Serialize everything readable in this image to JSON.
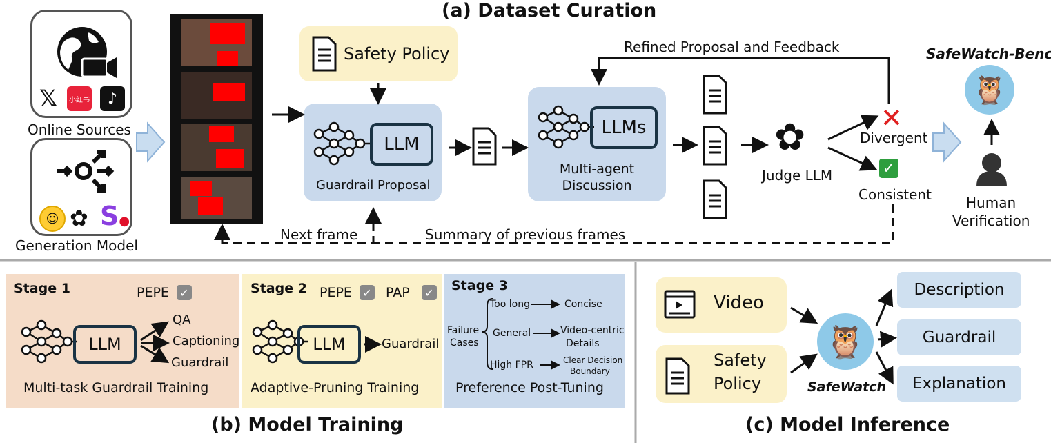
{
  "panel_a": {
    "title": "(a) Dataset Curation",
    "online_sources": "Online Sources",
    "generation_model": "Generation Model",
    "source_icons": [
      "globe-video-icon",
      "x-logo-icon",
      "xiaohongshu-logo-icon",
      "tiktok-logo-icon"
    ],
    "xiaohongshu_text": "小红书",
    "gen_icons": [
      "huggingface-icon",
      "openai-icon",
      "s-logo-icon"
    ],
    "safety_policy": "Safety Policy",
    "llm": "LLM",
    "guardrail_proposal": "Guardrail Proposal",
    "llms": "LLMs",
    "multi_agent_line1": "Multi-agent",
    "multi_agent_line2": "Discussion",
    "refined": "Refined Proposal and Feedback",
    "judge": "Judge LLM",
    "divergent": "Divergent",
    "consistent": "Consistent",
    "bench": "SafeWatch-Bench",
    "human_line1": "Human",
    "human_line2": "Verification",
    "next_frame": "Next frame",
    "summary": "Summary of previous frames"
  },
  "panel_b": {
    "title": "(b) Model Training",
    "stage1": {
      "label": "Stage 1",
      "pepe": "PEPE",
      "llm": "LLM",
      "outputs": [
        "QA",
        "Captioning",
        "Guardrail"
      ],
      "caption": "Multi-task Guardrail Training"
    },
    "stage2": {
      "label": "Stage 2",
      "pepe": "PEPE",
      "pap": "PAP",
      "llm": "LLM",
      "output": "Guardrail",
      "caption": "Adaptive-Pruning Training"
    },
    "stage3": {
      "label": "Stage 3",
      "failure_line1": "Failure",
      "failure_line2": "Cases",
      "rows": [
        {
          "from": "Too long",
          "to": "Concise",
          "to2": ""
        },
        {
          "from": "General",
          "to": "Video-centric",
          "to2": "Details"
        },
        {
          "from": "High FPR",
          "to": "Clear Decision",
          "to2": "Boundary"
        }
      ],
      "caption": "Preference Post-Tuning"
    }
  },
  "panel_c": {
    "title": "(c) Model Inference",
    "video": "Video",
    "policy_line1": "Safety",
    "policy_line2": "Policy",
    "model": "SafeWatch",
    "outputs": [
      "Description",
      "Guardrail",
      "Explanation"
    ]
  },
  "colors": {
    "blue_box": "#c9d9ec",
    "yellow_box": "#fbf1c9",
    "stage1_bg": "#f5dcc8",
    "stage2_bg": "#fbf1c9",
    "stage3_bg": "#c9d9ec",
    "divergent": "#e02020",
    "consistent": "#2e9e3e",
    "redaction": "#ff0000"
  }
}
